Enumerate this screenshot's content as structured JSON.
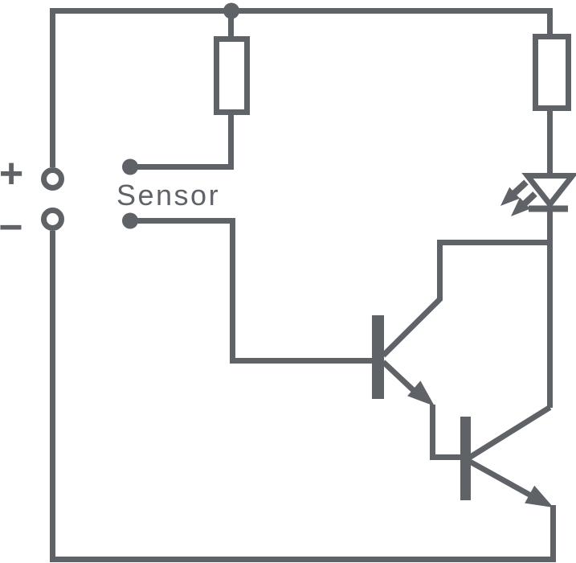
{
  "diagram": {
    "type": "circuit-schematic",
    "labels": {
      "sensor": "Sensor",
      "positive_terminal": "+",
      "negative_terminal": "−"
    },
    "colors": {
      "wire": "#5f6368",
      "background": "#ffffff"
    },
    "components": [
      {
        "name": "battery-positive-terminal",
        "symbol": "open-circle"
      },
      {
        "name": "battery-negative-terminal",
        "symbol": "open-circle"
      },
      {
        "name": "resistor-1",
        "symbol": "rectangle"
      },
      {
        "name": "resistor-2",
        "symbol": "rectangle"
      },
      {
        "name": "sensor-terminal-top",
        "symbol": "filled-dot"
      },
      {
        "name": "sensor-terminal-bottom",
        "symbol": "filled-dot"
      },
      {
        "name": "led",
        "symbol": "diode-triangle-with-light-arrows"
      },
      {
        "name": "transistor-q1",
        "symbol": "npn-transistor"
      },
      {
        "name": "transistor-q2",
        "symbol": "npn-transistor"
      }
    ]
  }
}
